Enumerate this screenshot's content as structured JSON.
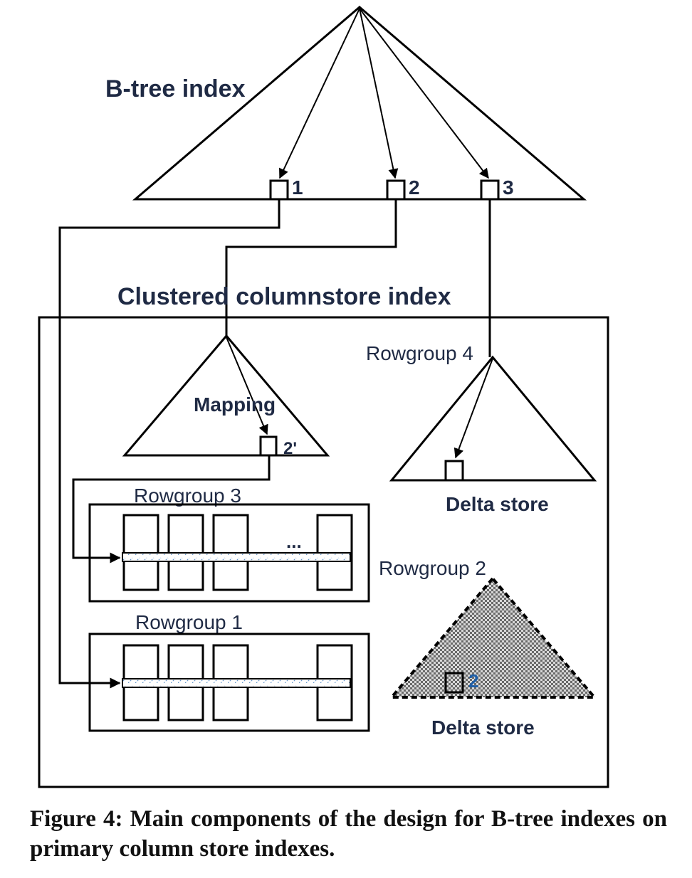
{
  "labels": {
    "btree_index": "B-tree index",
    "pointer_1": "1",
    "pointer_2": "2",
    "pointer_3": "3",
    "clustered_columnstore_index": "Clustered columnstore index",
    "mapping": "Mapping",
    "mapping_pointer": "2'",
    "rowgroup_4": "Rowgroup 4",
    "rowgroup_3": "Rowgroup 3",
    "rowgroup_2": "Rowgroup 2",
    "rowgroup_1": "Rowgroup 1",
    "ellipsis": "...",
    "delta_store_top": "Delta store",
    "delta_store_bottom": "Delta store",
    "delta_pointer_2": "2"
  },
  "caption": "Figure 4: Main components of the design for B-tree indexes on primary column store indexes."
}
